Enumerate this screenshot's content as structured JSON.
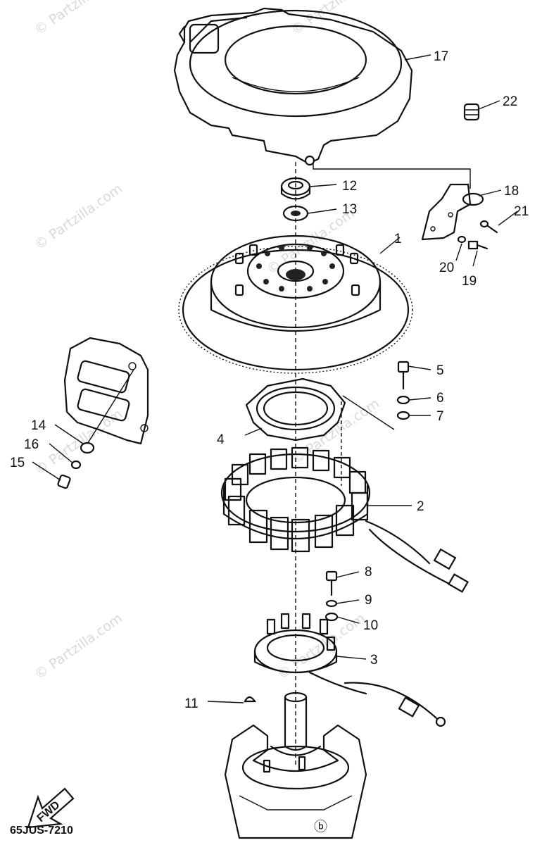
{
  "watermark": "© Partzilla.com",
  "diagram_code": "65JUS-7210",
  "direction_arrow": {
    "label": "FWD"
  },
  "callouts": [
    {
      "label": "1"
    },
    {
      "label": "2"
    },
    {
      "label": "3"
    },
    {
      "label": "4"
    },
    {
      "label": "5"
    },
    {
      "label": "6"
    },
    {
      "label": "7"
    },
    {
      "label": "8"
    },
    {
      "label": "9"
    },
    {
      "label": "10"
    },
    {
      "label": "11"
    },
    {
      "label": "12"
    },
    {
      "label": "13"
    },
    {
      "label": "14"
    },
    {
      "label": "15"
    },
    {
      "label": "16"
    },
    {
      "label": "17"
    },
    {
      "label": "18"
    },
    {
      "label": "19"
    },
    {
      "label": "20"
    },
    {
      "label": "21"
    },
    {
      "label": "22"
    }
  ],
  "colors": {
    "line": "#111111",
    "background": "#ffffff",
    "watermark": "#d9d9d9"
  }
}
